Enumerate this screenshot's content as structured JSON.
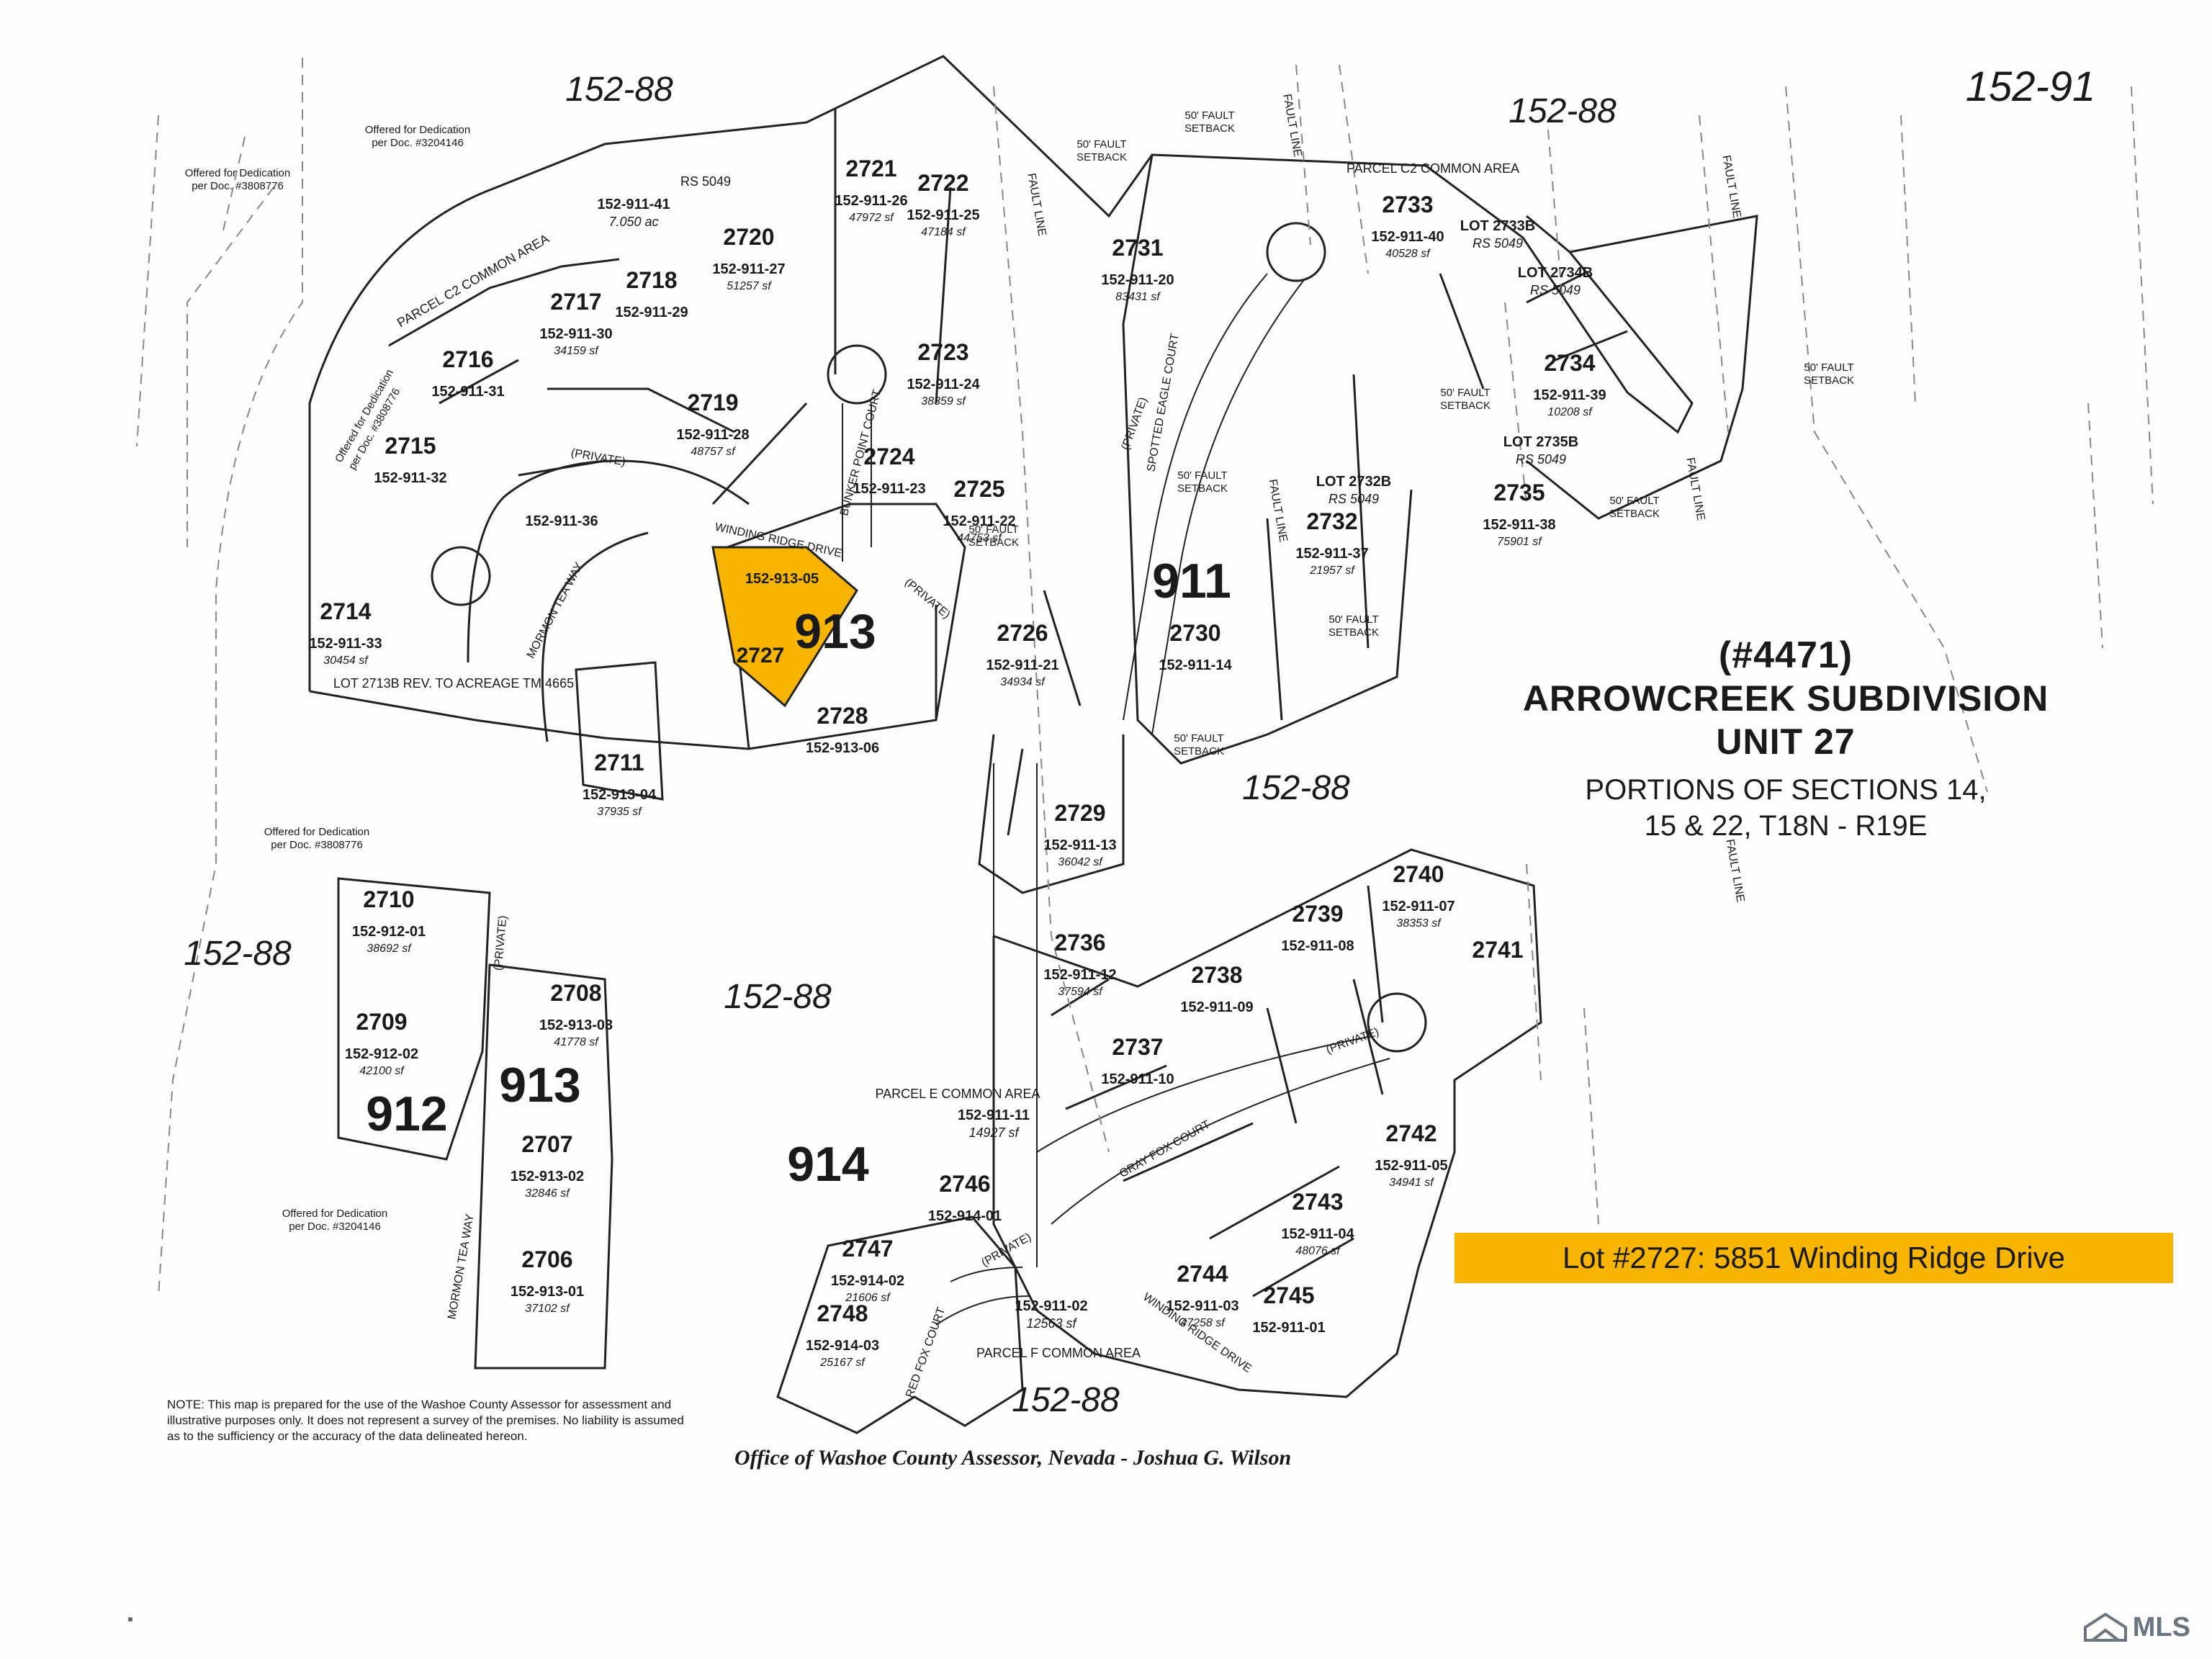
{
  "map_data": {
    "highlight_color": "#f7b400",
    "highlighted_lot": {
      "parcel": "152-913-05",
      "lot": "2727",
      "book": "913"
    },
    "book_labels": [
      "152-88",
      "152-88",
      "152-88",
      "152-88",
      "152-88",
      "152-88",
      "152-91"
    ],
    "block_labels": [
      "911",
      "912",
      "913",
      "913",
      "914"
    ],
    "title": {
      "line1": "(#4471)",
      "line2": "ARROWCREEK SUBDIVISION",
      "line3": "UNIT 27",
      "line4": "PORTIONS OF SECTIONS 14,",
      "line5": "15 & 22, T18N - R19E"
    },
    "lot_callout": "Lot #2727: 5851 Winding Ridge Drive",
    "office": "Office of Washoe County Assessor, Nevada - Joshua G. Wilson",
    "note": "NOTE: This map is prepared for the use of the Washoe County Assessor for assessment and illustrative purposes only. It does not represent a survey of the premises. No liability is assumed as to the sufficiency or the accuracy of the data delineated hereon.",
    "watermark": "MLS",
    "streets": [
      "WINDING RIDGE DRIVE",
      "MORMON TEA WAY",
      "MORMON TEA WAY",
      "BUNKER POINT COURT",
      "SPOTTED EAGLE COURT",
      "GRAY FOX COURT",
      "RED FOX COURT",
      "WINDING RIDGE DRIVE",
      "(PRIVATE)",
      "(PRIVATE)",
      "(PRIVATE)",
      "(PRIVATE)",
      "(PRIVATE)",
      "(PRIVATE)"
    ],
    "setbacks": [
      "50' FAULT SETBACK",
      "50' FAULT SETBACK",
      "50' FAULT SETBACK",
      "50' FAULT SETBACK",
      "50' FAULT SETBACK",
      "50' FAULT SETBACK",
      "50' FAULT SETBACK",
      "50' FAULT SETBACK",
      "50' FAULT SETBACK"
    ],
    "fault_lines": [
      "FAULT LINE",
      "FAULT LINE",
      "FAULT LINE",
      "FAULT LINE",
      "FAULT LINE",
      "FAULT LINE"
    ],
    "dedications": [
      "Offered for Dedication per Doc. #3204146",
      "Offered for Dedication per Doc. #3808776",
      "Offered for Dedication per Doc. #3808776",
      "Offered for Dedication per Doc. #3808776",
      "Offered for Dedication per Doc. #3204146"
    ],
    "common_areas": [
      "PARCEL C2 COMMON AREA",
      "PARCEL C2 COMMON AREA",
      "PARCEL E COMMON AREA",
      "PARCEL F COMMON AREA",
      "LOT 2713B REV. TO ACREAGE TM 4665",
      "RS 5049"
    ],
    "lots": [
      {
        "lot": "2706",
        "parcel": "152-913-01",
        "area": "37102 sf"
      },
      {
        "lot": "2707",
        "parcel": "152-913-02",
        "area": "32846 sf"
      },
      {
        "lot": "2708",
        "parcel": "152-913-03",
        "area": "41778 sf"
      },
      {
        "lot": "2709",
        "parcel": "152-912-02",
        "area": "42100 sf"
      },
      {
        "lot": "2710",
        "parcel": "152-912-01",
        "area": "38692 sf"
      },
      {
        "lot": "2711",
        "parcel": "152-913-04",
        "area": "37935 sf"
      },
      {
        "lot": "2714",
        "parcel": "152-911-33",
        "area": "30454 sf"
      },
      {
        "lot": "2715",
        "parcel": "152-911-32",
        "area": ""
      },
      {
        "lot": "2716",
        "parcel": "152-911-31",
        "area": ""
      },
      {
        "lot": "2717",
        "parcel": "152-911-30",
        "area": "34159 sf"
      },
      {
        "lot": "2718",
        "parcel": "152-911-29",
        "area": ""
      },
      {
        "lot": "2719",
        "parcel": "152-911-28",
        "area": "48757 sf"
      },
      {
        "lot": "2720",
        "parcel": "152-911-27",
        "area": "51257 sf"
      },
      {
        "lot": "2721",
        "parcel": "152-911-26",
        "area": "47972 sf"
      },
      {
        "lot": "2722",
        "parcel": "152-911-25",
        "area": "47184 sf"
      },
      {
        "lot": "2723",
        "parcel": "152-911-24",
        "area": "38359 sf"
      },
      {
        "lot": "2724",
        "parcel": "152-911-23",
        "area": ""
      },
      {
        "lot": "2725",
        "parcel": "152-911-22",
        "area": "44753 sf"
      },
      {
        "lot": "2726",
        "parcel": "152-911-21",
        "area": "34934 sf"
      },
      {
        "lot": "2727",
        "parcel": "152-913-05",
        "area": ""
      },
      {
        "lot": "2728",
        "parcel": "152-913-06",
        "area": ""
      },
      {
        "lot": "2729",
        "parcel": "152-911-13",
        "area": "36042 sf"
      },
      {
        "lot": "2730",
        "parcel": "152-911-14",
        "area": ""
      },
      {
        "lot": "2731",
        "parcel": "152-911-20",
        "area": "83431 sf"
      },
      {
        "lot": "2732",
        "parcel": "152-911-37",
        "area": "21957 sf"
      },
      {
        "lot": "2733",
        "parcel": "152-911-40",
        "area": "40528 sf"
      },
      {
        "lot": "2734",
        "parcel": "152-911-39",
        "area": "10208 sf"
      },
      {
        "lot": "2735",
        "parcel": "152-911-38",
        "area": "75901 sf"
      },
      {
        "lot": "2736",
        "parcel": "152-911-12",
        "area": "37594 sf"
      },
      {
        "lot": "2737",
        "parcel": "152-911-10",
        "area": ""
      },
      {
        "lot": "2738",
        "parcel": "152-911-09",
        "area": ""
      },
      {
        "lot": "2739",
        "parcel": "152-911-08",
        "area": ""
      },
      {
        "lot": "2740",
        "parcel": "152-911-07",
        "area": "38353 sf"
      },
      {
        "lot": "2741",
        "parcel": "",
        "area": ""
      },
      {
        "lot": "2742",
        "parcel": "152-911-05",
        "area": "34941 sf"
      },
      {
        "lot": "2743",
        "parcel": "152-911-04",
        "area": "48076 sf"
      },
      {
        "lot": "2744",
        "parcel": "152-911-03",
        "area": "47258 sf"
      },
      {
        "lot": "2745",
        "parcel": "152-911-01",
        "area": ""
      },
      {
        "lot": "2746",
        "parcel": "152-914-01",
        "area": ""
      },
      {
        "lot": "2747",
        "parcel": "152-914-02",
        "area": "21606 sf"
      },
      {
        "lot": "2748",
        "parcel": "152-914-03",
        "area": "25167 sf"
      }
    ],
    "extra_labels": [
      {
        "text": "152-911-41",
        "sub": "7.050 ac"
      },
      {
        "text": "152-911-36",
        "sub": ""
      },
      {
        "text": "152-911-11",
        "sub": "14927 sf"
      },
      {
        "text": "152-911-02",
        "sub": "12563 sf"
      },
      {
        "text": "LOT 2733B",
        "sub": "RS 5049"
      },
      {
        "text": "LOT 2734B",
        "sub": "RS 5049"
      },
      {
        "text": "LOT 2735B",
        "sub": "RS 5049"
      },
      {
        "text": "LOT 2732B",
        "sub": "RS 5049"
      }
    ]
  }
}
